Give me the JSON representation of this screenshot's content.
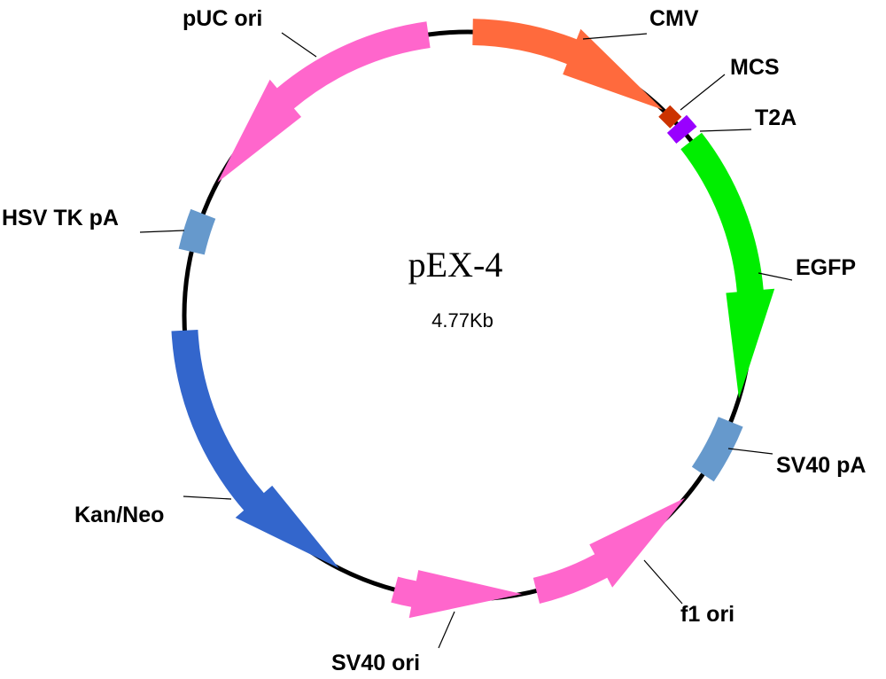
{
  "plasmid": {
    "name": "pEX-4",
    "size": "4.77Kb"
  },
  "features": [
    {
      "id": "cmv",
      "label": "CMV",
      "color": "#FF6A3D",
      "shape": "arrow-cw"
    },
    {
      "id": "mcs",
      "label": "MCS",
      "color": "#CC3300",
      "shape": "diamond"
    },
    {
      "id": "t2a",
      "label": "T2A",
      "color": "#9900FF",
      "shape": "block"
    },
    {
      "id": "egfp",
      "label": "EGFP",
      "color": "#00EE00",
      "shape": "arrow-cw"
    },
    {
      "id": "sv40pa",
      "label": "SV40 pA",
      "color": "#6699CC",
      "shape": "block"
    },
    {
      "id": "f1ori",
      "label": "f1 ori",
      "color": "#FF66CC",
      "shape": "arrow-ccw"
    },
    {
      "id": "sv40ori",
      "label": "SV40 ori",
      "color": "#FF66CC",
      "shape": "arrow-ccw"
    },
    {
      "id": "kanneo",
      "label": "Kan/Neo",
      "color": "#3366CC",
      "shape": "arrow-ccw"
    },
    {
      "id": "hsvtkpa",
      "label": "HSV TK pA",
      "color": "#6699CC",
      "shape": "block"
    },
    {
      "id": "pucori",
      "label": "pUC ori",
      "color": "#FF66CC",
      "shape": "arrow-ccw"
    }
  ]
}
